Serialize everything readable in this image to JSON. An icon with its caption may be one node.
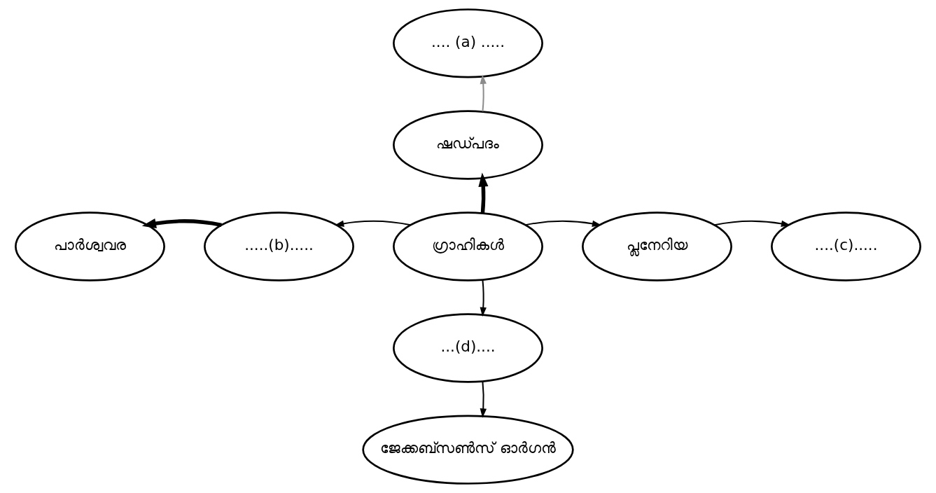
{
  "diagram": {
    "nodes": [
      {
        "text": [
          ".... (a) ....."
        ]
      },
      {
        "text": [
          "ഷഡ്പദം"
        ]
      },
      {
        "text": [
          "പാർശ്വവര"
        ]
      },
      {
        "text": [
          ".....(b)....."
        ]
      },
      {
        "text": [
          "ഗ്രാഹികൾ"
        ]
      },
      {
        "text": [
          "പ്ലനേറിയ"
        ]
      },
      {
        "text": [
          "....(c)....."
        ]
      },
      {
        "text": [
          "...(d)...."
        ]
      },
      {
        "text": [
          "ജേക്കബ്സൺസ് ഓർഗൻ"
        ]
      }
    ],
    "edges": [
      {
        "from": 1,
        "to": 0,
        "arrow": "to",
        "color": "#8c8c8c"
      },
      {
        "from": 4,
        "to": 1,
        "arrow": "to",
        "style": "thick"
      },
      {
        "from": 4,
        "to": 3,
        "arrow": "to"
      },
      {
        "from": 3,
        "to": 2,
        "arrow": "to",
        "style": "thick"
      },
      {
        "from": 4,
        "to": 5,
        "arrow": "to"
      },
      {
        "from": 5,
        "to": 6,
        "arrow": "to"
      },
      {
        "from": 4,
        "to": 7,
        "arrow": "to"
      },
      {
        "from": 7,
        "to": 8,
        "arrow": "to"
      }
    ]
  }
}
